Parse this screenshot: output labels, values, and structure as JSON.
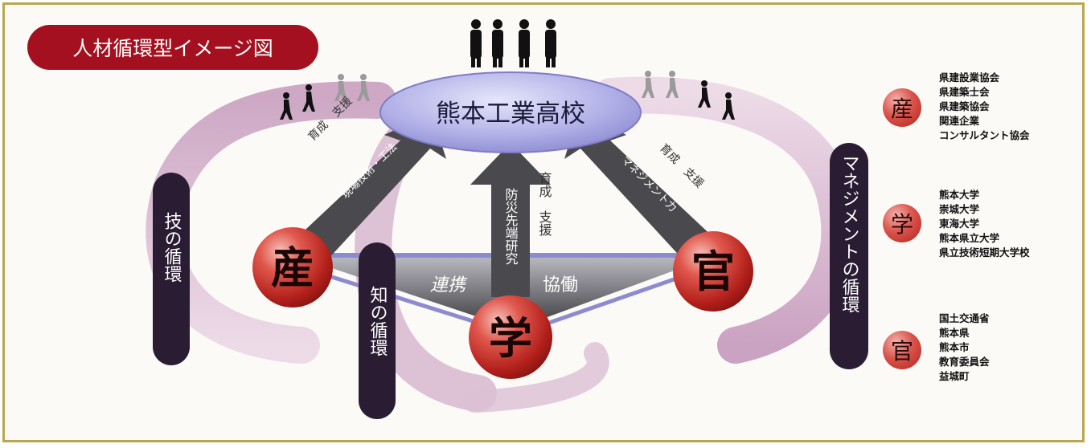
{
  "title": "人材循環型イメージ図",
  "school": "熊本工業高校",
  "nodes": {
    "industry": "産",
    "academia": "学",
    "government": "官"
  },
  "cycles": {
    "left": "技の循環",
    "center": "知の循環",
    "right": "マネジメントの循環"
  },
  "arrows": {
    "left_outer": "育成　支援",
    "left_inner": "現場技術・工法",
    "center_label": "育成　支援",
    "center_side": "防災先端研究",
    "right_outer": "育成　支援",
    "right_inner": "マネジメント力"
  },
  "triangle": {
    "left": "連携",
    "right": "協働"
  },
  "legend": [
    {
      "symbol": "産",
      "items": [
        "県建設業協会",
        "県建築士会",
        "県建築協会",
        "関連企業",
        "コンサルタント協会"
      ]
    },
    {
      "symbol": "学",
      "items": [
        "熊本大学",
        "崇城大学",
        "東海大学",
        "熊本県立大学",
        "県立技術短期大学校"
      ]
    },
    {
      "symbol": "官",
      "items": [
        "国土交通省",
        "熊本県",
        "熊本市",
        "教育委員会",
        "益城町"
      ]
    }
  ],
  "colors": {
    "title_bg": "#a4101f",
    "pill": "#2a1c33",
    "node": "#c8302a",
    "flow": "#d8b6cd",
    "arrow": "#4a4a4a",
    "ellipse": "#a9a8e2"
  }
}
